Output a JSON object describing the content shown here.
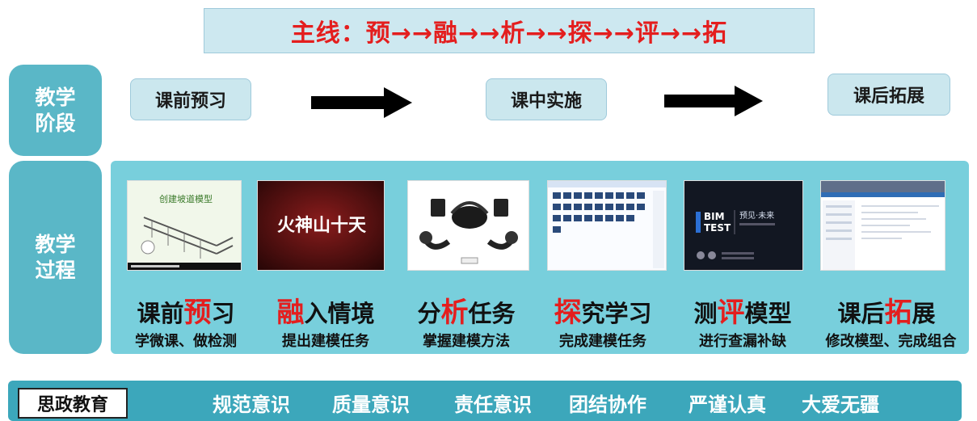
{
  "title": "主线：预→→融→→析→→探→→评→→拓",
  "stage_label": "教学\n阶段",
  "process_label": "教学\n过程",
  "stages": [
    "课前预习",
    "课中实施",
    "课后拓展"
  ],
  "steps": [
    {
      "pre": "课前",
      "hl": "预",
      "post": "习",
      "sub": "学微课、做检测",
      "thumb_text": "创建坡道模型"
    },
    {
      "pre": "",
      "hl": "融",
      "post": "入情境",
      "sub": "提出建模任务",
      "thumb_text": "火神山十天"
    },
    {
      "pre": "分",
      "hl": "析",
      "post": "任务",
      "sub": "掌握建模方法",
      "thumb_text": ""
    },
    {
      "pre": "",
      "hl": "探",
      "post": "究学习",
      "sub": "完成建模任务",
      "thumb_text": ""
    },
    {
      "pre": "测",
      "hl": "评",
      "post": "模型",
      "sub": "进行查漏补缺",
      "thumb_text": "预见·未来"
    },
    {
      "pre": "课后",
      "hl": "拓",
      "post": "展",
      "sub": "修改模型、完成组合",
      "thumb_text": ""
    }
  ],
  "ideology_label": "思政教育",
  "values": [
    "规范意识",
    "质量意识",
    "责任意识",
    "团结协作",
    "严谨认真",
    "大爱无疆"
  ],
  "colors": {
    "accent_red": "#e41e1e",
    "teal": "#5ab7c7",
    "panel": "#78cfdc",
    "band": "#3ca7bb",
    "stage_fill": "#cbe7ee"
  }
}
